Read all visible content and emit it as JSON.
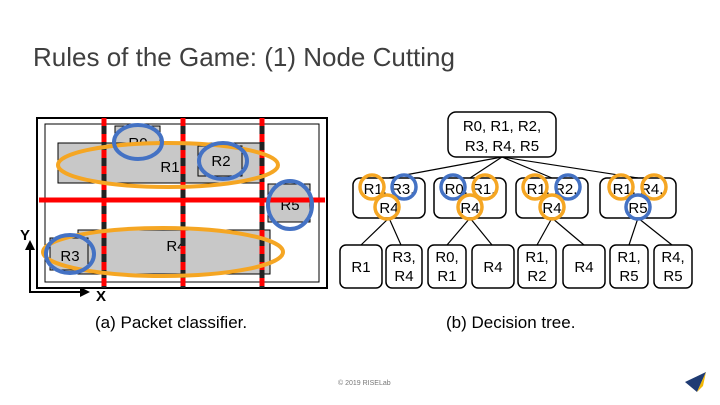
{
  "slide": {
    "title": "Rules of the Game: (1) Node Cutting",
    "footer": "© 2019 RISELab"
  },
  "classifier": {
    "caption": "(a) Packet classifier.",
    "axis_y": "Y",
    "axis_x": "X",
    "rules": [
      "R0",
      "R1",
      "R2",
      "R3",
      "R4",
      "R5"
    ]
  },
  "tree": {
    "caption": "(b) Decision tree.",
    "root": [
      "R0, R1, R2,",
      "R3, R4, R5"
    ],
    "level1": [
      [
        "R1, R3,",
        "R4"
      ],
      [
        "R0, R1,",
        "R4"
      ],
      [
        "R1, R2,",
        "R4"
      ],
      [
        "R1, R4,",
        "R5"
      ]
    ],
    "level2": [
      [
        "R1"
      ],
      [
        "R3,",
        "R4"
      ],
      [
        "R0,",
        "R1"
      ],
      [
        "R4"
      ],
      [
        "R1,",
        "R2"
      ],
      [
        "R4"
      ],
      [
        "R1,",
        "R5"
      ],
      [
        "R4,",
        "R5"
      ]
    ]
  },
  "colors": {
    "cut_line": "#ff0000",
    "highlight_orange": "#f5a623",
    "highlight_blue": "#4472c4",
    "rule_fill": "#c8c8c8",
    "logo_blue": "#1f3b73",
    "logo_gold": "#f2b705"
  }
}
